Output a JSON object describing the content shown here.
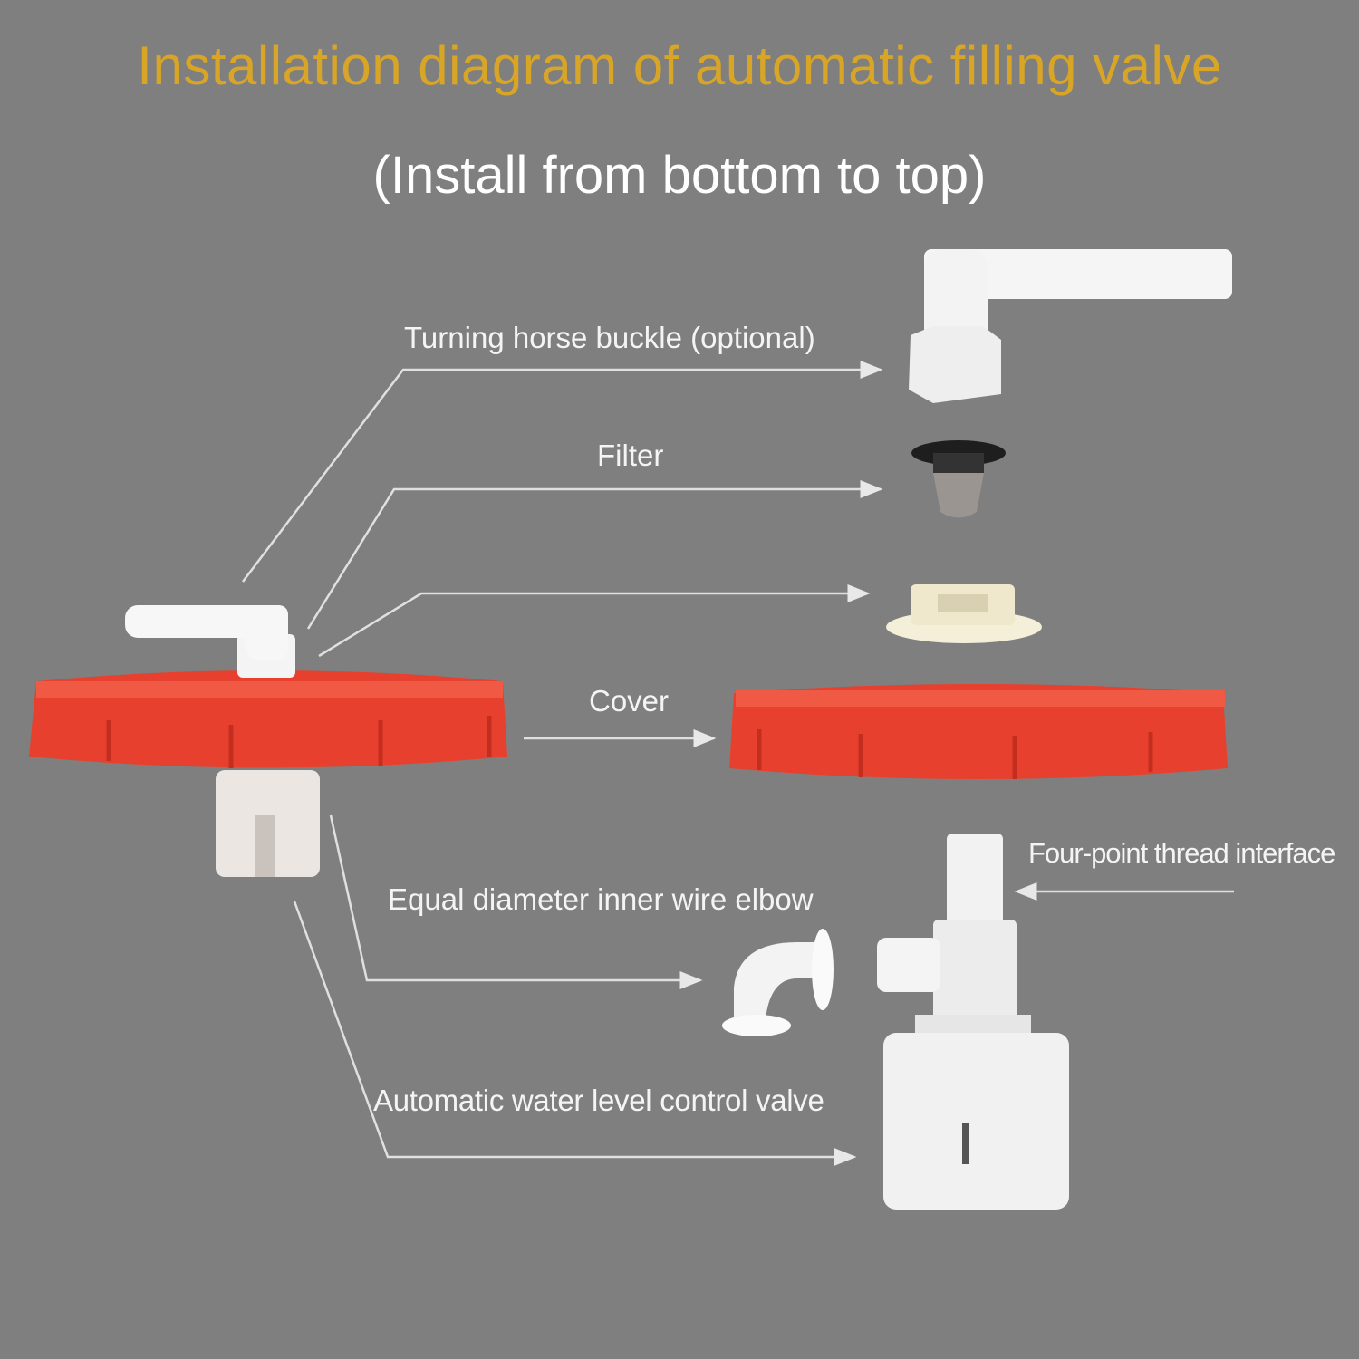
{
  "header": {
    "title": "Installation diagram of automatic filling valve",
    "subtitle": "(Install from bottom to top)"
  },
  "labels": {
    "turning_horse_buckle": "Turning horse buckle (optional)",
    "filter": "Filter",
    "cover": "Cover",
    "four_point_thread": "Four-point thread interface",
    "elbow": "Equal diameter inner wire elbow",
    "control_valve": "Automatic water level control valve"
  },
  "colors": {
    "background": "#7f7f7f",
    "title": "#d8a526",
    "cover_red": "#e8402e",
    "part_white": "#f2f2f2"
  }
}
